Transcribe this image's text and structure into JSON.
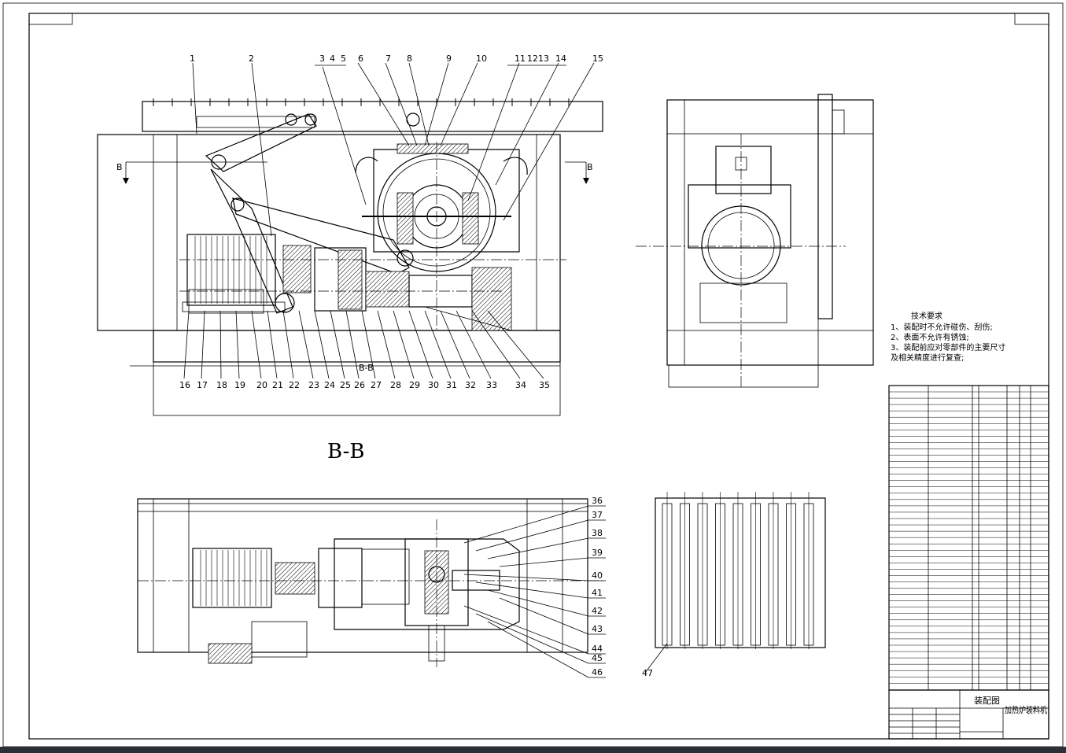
{
  "section_title": "B-B",
  "section_small": "B-B",
  "section_marker": "B",
  "part_labels_top": [
    "1",
    "2",
    "3",
    "4",
    "5",
    "6",
    "7",
    "8",
    "9",
    "10",
    "11",
    "12",
    "13",
    "14",
    "15"
  ],
  "part_labels_bottom": [
    "16",
    "17",
    "18",
    "19",
    "20",
    "21",
    "22",
    "23",
    "24",
    "25",
    "26",
    "27",
    "28",
    "29",
    "30",
    "31",
    "32",
    "33",
    "34",
    "35"
  ],
  "part_labels_plan": [
    "36",
    "37",
    "38",
    "39",
    "40",
    "41",
    "42",
    "43",
    "44",
    "45",
    "46"
  ],
  "part_label_grate": "47",
  "tech_requirements": {
    "heading": "技术要求",
    "lines": [
      "1、装配时不允许碰伤、刮伤;",
      "2、表面不允许有锈蚀;",
      "3、装配前应对零部件的主要尺寸",
      "及相关精度进行复查;"
    ]
  },
  "title_block": {
    "drawing_type": "装配图",
    "drawing_name": "加热炉装料机"
  }
}
